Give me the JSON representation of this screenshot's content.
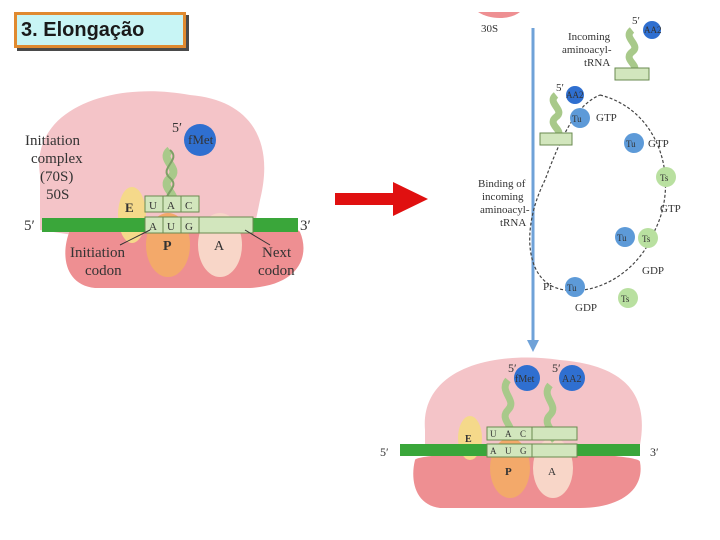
{
  "title": "3. Elongação",
  "left_panel": {
    "complex_label": [
      "Initiation",
      "complex",
      "(70S)",
      "50S"
    ],
    "met_label": "fMet",
    "five_prime": "5′",
    "three_prime": "3′",
    "anticodon": [
      "U",
      "A",
      "C"
    ],
    "codon": [
      "A",
      "U",
      "G"
    ],
    "site_e": "E",
    "site_p": "P",
    "site_a": "A",
    "initiation_codon": [
      "Initiation",
      "codon"
    ],
    "next_codon": [
      "Next",
      "codon"
    ]
  },
  "right_panel": {
    "top_ribosome": "30S",
    "incoming_label": [
      "Incoming",
      "aminoacyl-",
      "tRNA"
    ],
    "aa2": "AA2",
    "five_prime": "5′",
    "tu": "Tu",
    "ts": "Ts",
    "gtp": "GTP",
    "gdp": "GDP",
    "tu_gtp": "Tu · GTP",
    "pi": "Pi",
    "binding_label": [
      "Binding of",
      "incoming",
      "aminoacyl-",
      "tRNA"
    ]
  },
  "bottom_panel": {
    "met_label": "fMet",
    "aa2": "AA2",
    "five_prime": "5′",
    "three_prime": "3′",
    "anticodon1": [
      "U",
      "A",
      "C"
    ],
    "codon": [
      "A",
      "U",
      "G"
    ],
    "site_e": "E",
    "site_p": "P",
    "site_a": "A"
  },
  "colors": {
    "ribosome_large": "#f4c4c8",
    "ribosome_small": "#ee8f92",
    "mrna": "#3aa63a",
    "trna": "#a8c98a",
    "aa_blue": "#2f6fd0",
    "arrow": "#e01010",
    "title_bg": "#c8f5f5",
    "title_border": "#e08a30"
  }
}
